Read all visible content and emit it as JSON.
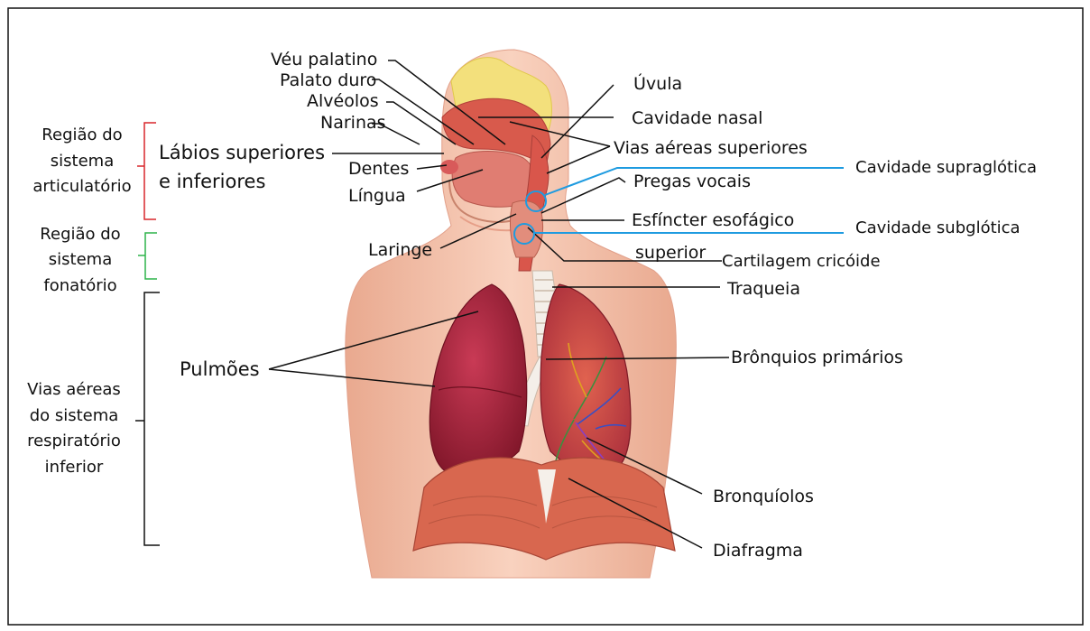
{
  "regions": {
    "articulatory": [
      "Região do",
      "sistema",
      "articulatório"
    ],
    "phonatory": [
      "Região do",
      "sistema",
      "fonatório"
    ],
    "lower_airways": [
      "Vias aéreas",
      "do sistema",
      "respiratório",
      "inferior"
    ]
  },
  "labels": {
    "veu_palatino": "Véu palatino",
    "palato_duro": "Palato duro",
    "alveolos": "Alvéolos",
    "narinas": "Narinas",
    "labios_1": "Lábios superiores",
    "labios_2": "e inferiores",
    "dentes": "Dentes",
    "lingua": "Língua",
    "laringe": "Laringe",
    "pulmoes": "Pulmões",
    "uvula": "Úvula",
    "cavidade_nasal": "Cavidade nasal",
    "vias_aereas_superiores": "Vias aéreas superiores",
    "cavidade_supraglotica": "Cavidade supraglótica",
    "pregas_vocais": "Pregas vocais",
    "esfincter_1": "Esfíncter esofágico",
    "esfincter_2": "superior",
    "cavidade_subglotica": "Cavidade subglótica",
    "cartilagem_cricoide": "Cartilagem cricóide",
    "traqueia": "Traqueia",
    "bronquios_primarios": "Brônquios primários",
    "bronquiolos": "Bronquíolos",
    "diafragma": "Diafragma"
  },
  "colors": {
    "articulatory_bracket": "#d9262b",
    "phonatory_bracket": "#2db34a",
    "cavity_marker": "#1e9be0",
    "skin": "#f6c3ac",
    "lung": "#a8253b",
    "muscle": "#d8674f"
  }
}
